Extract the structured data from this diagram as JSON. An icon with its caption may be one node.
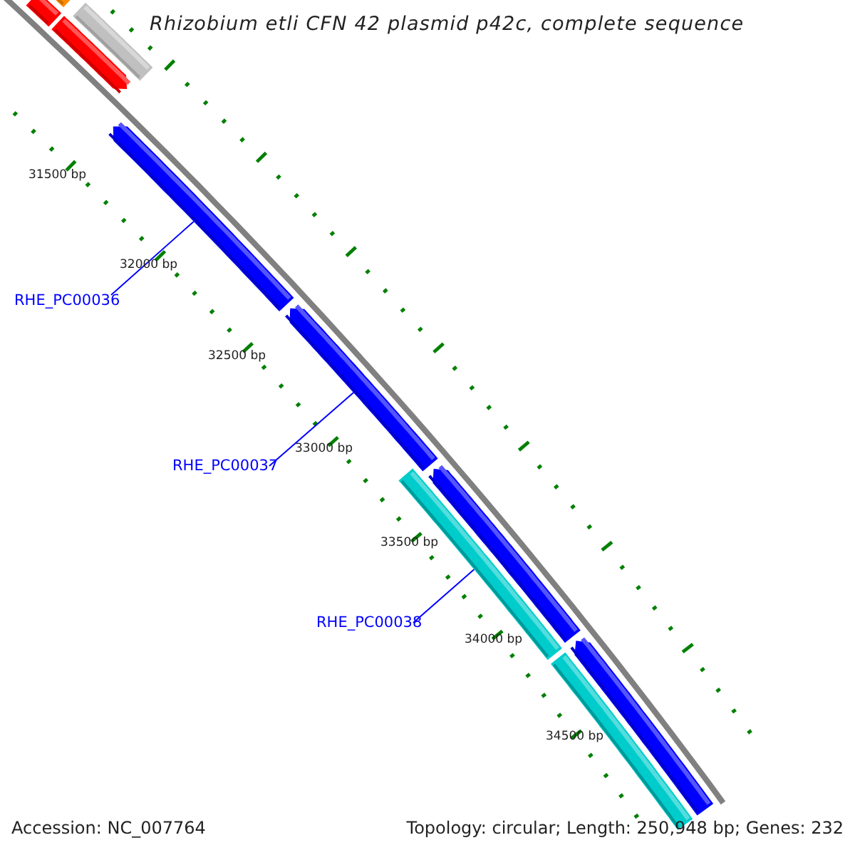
{
  "diagram": {
    "title": "Rhizobium etli CFN 42 plasmid p42c, complete sequence",
    "nodes": [
      {
        "text": [],
        "shape": "bar"
      },
      {
        "text": [],
        "shape": "bar"
      },
      {
        "text": [],
        "shape": "arrow"
      },
      {
        "text": [],
        "shape": "bar"
      },
      {
        "text": [],
        "shape": "arrow"
      },
      {
        "text": [],
        "shape": "arrow"
      },
      {
        "text": [],
        "shape": "bar"
      },
      {
        "text": [],
        "shape": "arrow"
      },
      {
        "text": [],
        "shape": "bar"
      },
      {
        "text": [],
        "shape": "arrow"
      },
      {
        "text": [
          "RHE_PC00036"
        ]
      },
      {
        "text": [
          "RHE_PC00037"
        ]
      },
      {
        "text": [
          "RHE_PC00038"
        ]
      }
    ],
    "edges": [
      {
        "from": 10,
        "to": 4,
        "arrow": "none"
      },
      {
        "from": 11,
        "to": 5,
        "arrow": "none"
      },
      {
        "from": 12,
        "to": 6,
        "arrow": "none"
      }
    ],
    "labels": [
      "31500 bp",
      "32000 bp",
      "32500 bp",
      "33000 bp",
      "33500 bp",
      "34000 bp",
      "34500 bp",
      "Accession: NC_007764",
      "Topology: circular; Length: 250,948 bp; Genes: 232"
    ]
  }
}
